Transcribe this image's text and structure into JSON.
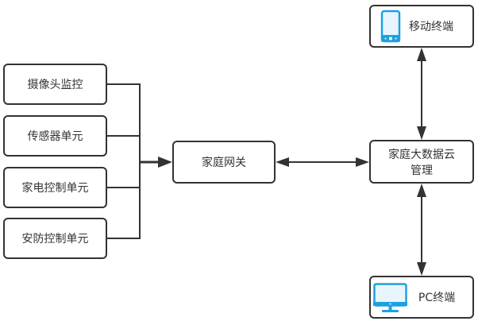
{
  "diagram": {
    "sources": [
      {
        "id": "camera",
        "label": "摄像头监控"
      },
      {
        "id": "sensor",
        "label": "传感器单元"
      },
      {
        "id": "appliance",
        "label": "家电控制单元"
      },
      {
        "id": "security",
        "label": "安防控制单元"
      }
    ],
    "gateway": {
      "id": "gateway",
      "label": "家庭网关"
    },
    "cloud": {
      "id": "cloud",
      "label_line1": "家庭大数据云",
      "label_line2": "管理"
    },
    "mobile": {
      "id": "mobile",
      "label": "移动终端",
      "icon": "smartphone-icon"
    },
    "pc": {
      "id": "pc",
      "label": "PC终端",
      "icon": "monitor-icon"
    },
    "edges": [
      {
        "from": "camera",
        "to": "gateway",
        "type": "merge-arrow"
      },
      {
        "from": "sensor",
        "to": "gateway",
        "type": "merge-arrow"
      },
      {
        "from": "appliance",
        "to": "gateway",
        "type": "merge-arrow"
      },
      {
        "from": "security",
        "to": "gateway",
        "type": "merge-arrow"
      },
      {
        "from": "gateway",
        "to": "cloud",
        "type": "bidirectional"
      },
      {
        "from": "cloud",
        "to": "mobile",
        "type": "bidirectional"
      },
      {
        "from": "cloud",
        "to": "pc",
        "type": "bidirectional"
      }
    ],
    "colors": {
      "stroke": "#333333",
      "icon_accent": "#1BA1E2",
      "icon_fill": "#E9F5FC"
    }
  }
}
